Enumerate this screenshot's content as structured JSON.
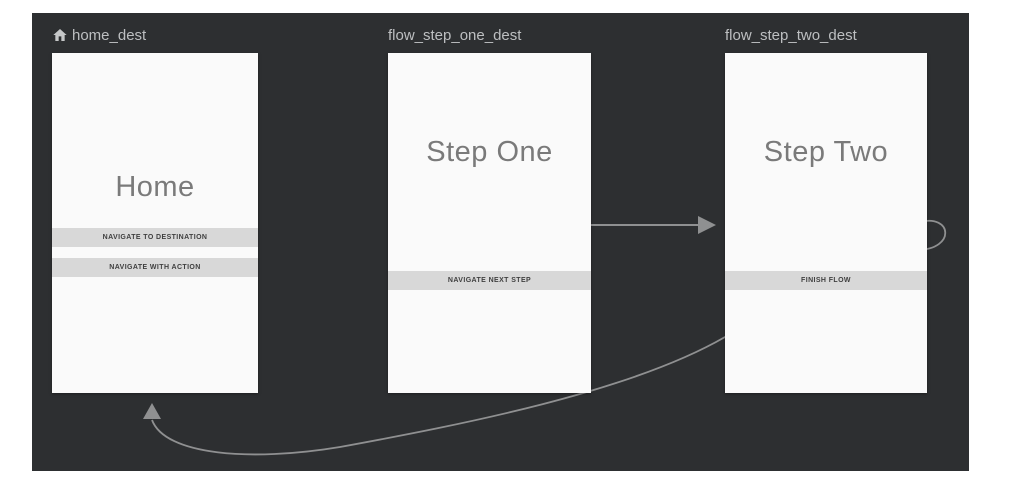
{
  "editor": {
    "name": "navigation-graph",
    "colors": {
      "surface_bg": "#2d2f31",
      "page_bg": "#ffffff",
      "arrow": "#8f9091",
      "card_bg": "#fafafa",
      "button_bg": "#d8d8d8",
      "header_text": "#bdbfc1",
      "title_text": "#7a7a7a"
    }
  },
  "destinations": [
    {
      "id": "home_dest",
      "label": "home_dest",
      "is_start_destination": true,
      "start_icon": "home-icon",
      "screen": {
        "title": "Home",
        "buttons": [
          "NAVIGATE TO DESTINATION",
          "NAVIGATE WITH ACTION"
        ]
      }
    },
    {
      "id": "flow_step_one_dest",
      "label": "flow_step_one_dest",
      "is_start_destination": false,
      "screen": {
        "title": "Step One",
        "buttons": [
          "NAVIGATE NEXT STEP"
        ]
      }
    },
    {
      "id": "flow_step_two_dest",
      "label": "flow_step_two_dest",
      "is_start_destination": false,
      "screen": {
        "title": "Step Two",
        "buttons": [
          "FINISH FLOW"
        ]
      }
    }
  ],
  "actions": [
    {
      "from": "flow_step_one_dest",
      "to": "flow_step_two_dest"
    },
    {
      "from": "flow_step_two_dest",
      "to": "home_dest"
    }
  ]
}
